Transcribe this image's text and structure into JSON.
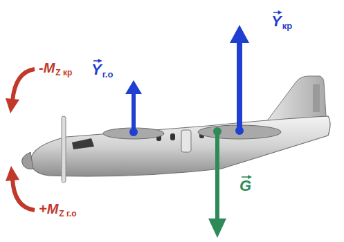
{
  "diagram": {
    "labels": [
      "-M",
      "Z кр",
      "Y",
      "г.о",
      "Y",
      "кр",
      "G",
      "+M",
      "Z г.о"
    ]
  }
}
